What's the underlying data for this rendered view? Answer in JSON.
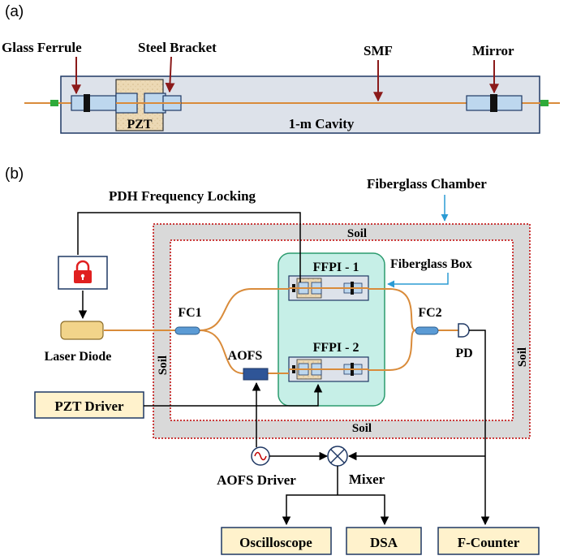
{
  "panel_a": {
    "tag": "(a)",
    "labels": {
      "glass_ferrule": "Glass Ferrule",
      "steel_bracket": "Steel Bracket",
      "smf": "SMF",
      "mirror": "Mirror",
      "pzt": "PZT",
      "cavity": "1-m Cavity"
    }
  },
  "panel_b": {
    "tag": "(b)",
    "labels": {
      "pdh": "PDH Frequency Locking",
      "fiberglass_chamber": "Fiberglass Chamber",
      "soil_top": "Soil",
      "soil_left": "Soil",
      "soil_right": "Soil",
      "soil_bottom": "Soil",
      "ffpi1": "FFPI - 1",
      "ffpi2": "FFPI - 2",
      "fiberglass_box": "Fiberglass Box",
      "fc1": "FC1",
      "fc2": "FC2",
      "pd": "PD",
      "aofs": "AOFS",
      "laser_diode": "Laser Diode",
      "pzt_driver": "PZT Driver",
      "aofs_driver": "AOFS Driver",
      "mixer": "Mixer",
      "oscilloscope": "Oscilloscope",
      "dsa": "DSA",
      "f_counter": "F-Counter"
    }
  },
  "colors": {
    "fiber": "#d98b3a",
    "arrow_dark_red": "#8b1a1a",
    "arrow_blue": "#2b9bd4",
    "box_fill": "#fff2cc",
    "box_stroke": "#1f3864",
    "chamber_dots": "#c00000",
    "soil_gray": "#d9d9d9",
    "fiberglass_box_fill": "#c6efe7",
    "fiberglass_box_stroke": "#2b9b6e",
    "aofs_blue": "#2f5597",
    "lock_red": "#e02020",
    "cavity_fill": "#dde2ea"
  }
}
